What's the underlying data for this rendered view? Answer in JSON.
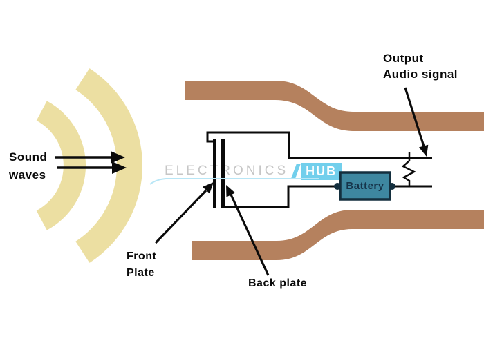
{
  "labels": {
    "sound_line1": "Sound",
    "sound_line2": "waves",
    "output_line1": "Output",
    "output_line2": "Audio signal",
    "front_line1": "Front",
    "front_line2": "Plate",
    "back_plate": "Back plate",
    "battery": "Battery"
  },
  "watermark": {
    "brand": "ELECTRONICS",
    "suffix": "HUB"
  },
  "colors": {
    "sound_wave_fill": "#ecdfa2",
    "housing_brown": "#b5815e",
    "battery_fill": "#3e87a0",
    "battery_border": "#142f3e",
    "battery_text": "#16344a",
    "line_black": "#0a0a0a",
    "watermark_gray": "#c6c6c6",
    "watermark_blue": "#72cfec"
  }
}
